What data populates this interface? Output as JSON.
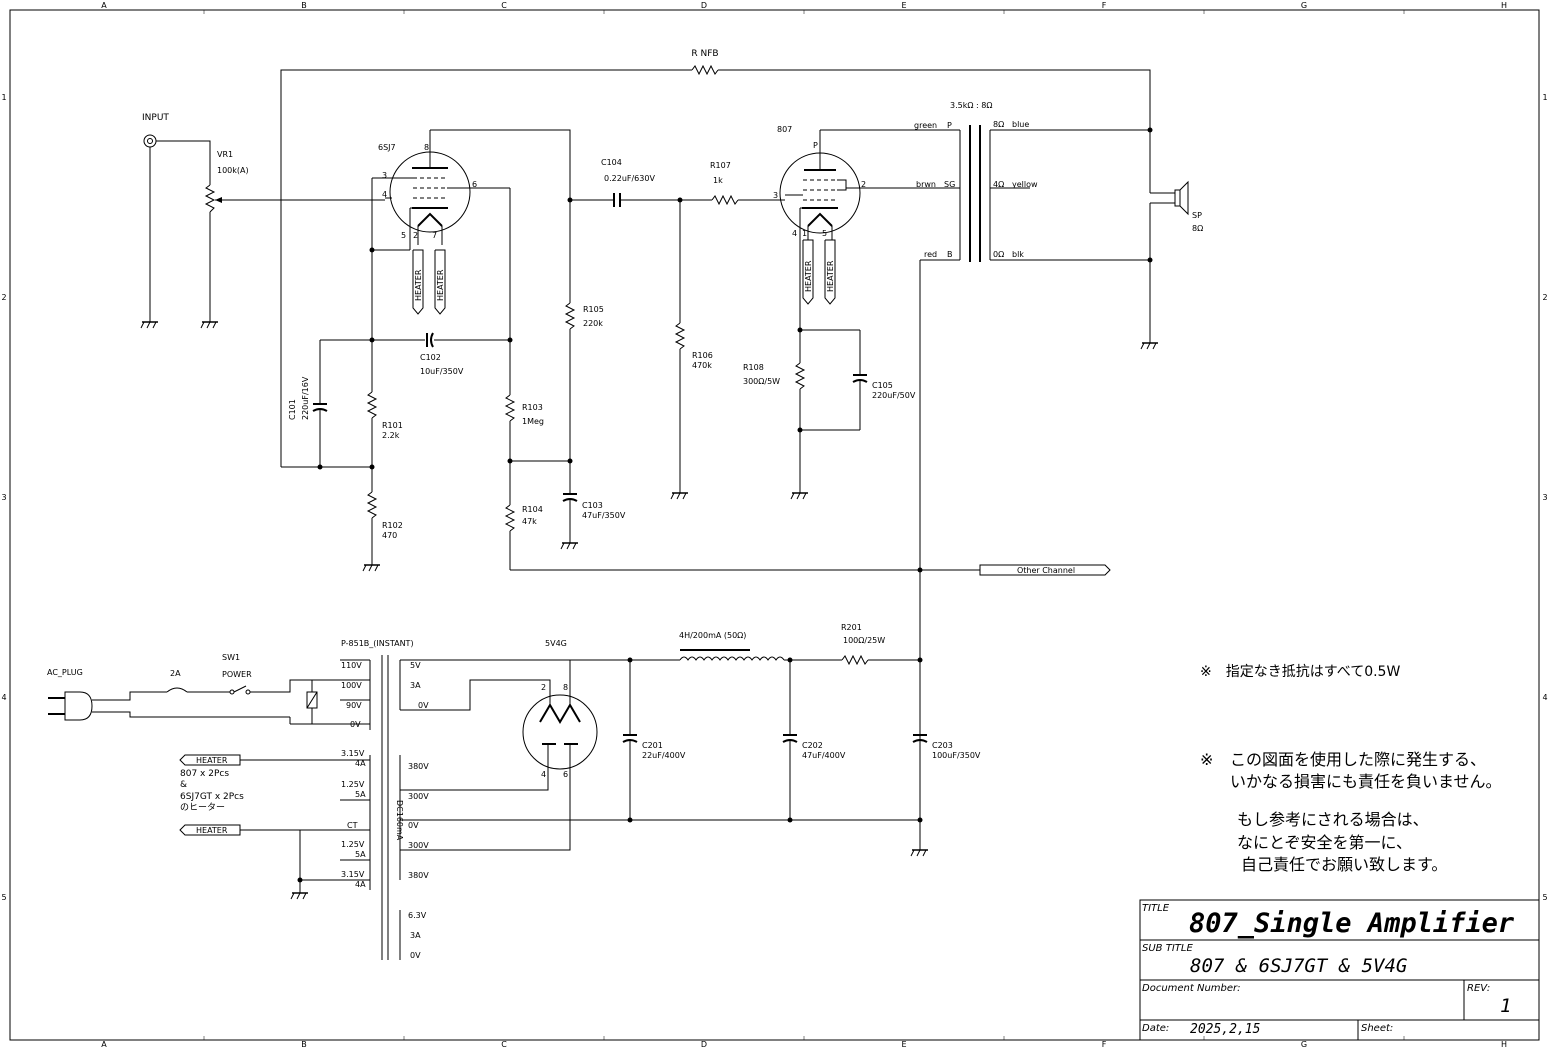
{
  "border": {
    "columns": [
      "A",
      "B",
      "C",
      "D",
      "E",
      "F",
      "G",
      "H"
    ],
    "rows": [
      "1",
      "2",
      "3",
      "4",
      "5"
    ]
  },
  "input": {
    "label": "INPUT",
    "vr1_ref": "VR1",
    "vr1_value": "100k(A)"
  },
  "nfb": {
    "ref": "R NFB"
  },
  "tubes": {
    "v1": {
      "name": "6SJ7",
      "pins": [
        "8",
        "3",
        "4",
        "6",
        "5",
        "2",
        "7"
      ]
    },
    "v2": {
      "name": "807",
      "pins": [
        "P",
        "2",
        "3",
        "4",
        "1",
        "5"
      ]
    },
    "rect": {
      "name": "5V4G",
      "pins": [
        "2",
        "8",
        "4",
        "6"
      ]
    },
    "heater_label": "HEATER"
  },
  "components": {
    "c104": {
      "ref": "C104",
      "value": "0.22uF/630V"
    },
    "r107": {
      "ref": "R107",
      "value": "1k"
    },
    "r105": {
      "ref": "R105",
      "value": "220k"
    },
    "r106": {
      "ref": "R106",
      "value": "470k"
    },
    "c102": {
      "ref": "C102",
      "value": "10uF/350V"
    },
    "c101": {
      "ref": "C101",
      "value": "220uF/16V"
    },
    "r101": {
      "ref": "R101",
      "value": "2.2k"
    },
    "r102": {
      "ref": "R102",
      "value": "470"
    },
    "r103": {
      "ref": "R103",
      "value": "1Meg"
    },
    "r104": {
      "ref": "R104",
      "value": "47k"
    },
    "c103": {
      "ref": "C103",
      "value": "47uF/350V"
    },
    "r108": {
      "ref": "R108",
      "value": "300Ω/5W"
    },
    "c105": {
      "ref": "C105",
      "value": "220uF/50V"
    },
    "r201": {
      "ref": "R201",
      "value": "100Ω/25W"
    },
    "choke": {
      "value": "4H/200mA (50Ω)"
    },
    "c201": {
      "ref": "C201",
      "value": "22uF/400V"
    },
    "c202": {
      "ref": "C202",
      "value": "47uF/400V"
    },
    "c203": {
      "ref": "C203",
      "value": "100uF/350V"
    }
  },
  "output_transformer": {
    "ratio": "3.5kΩ : 8Ω",
    "primary": [
      {
        "wire": "green",
        "tap": "P"
      },
      {
        "wire": "brwn",
        "tap": "SG"
      },
      {
        "wire": "red",
        "tap": "B"
      }
    ],
    "secondary": [
      {
        "tap": "8Ω",
        "wire": "blue"
      },
      {
        "tap": "4Ω",
        "wire": "yellow"
      },
      {
        "tap": "0Ω",
        "wire": "blk"
      }
    ]
  },
  "speaker": {
    "ref": "SP",
    "value": "8Ω"
  },
  "other_channel": "Other Channel",
  "power": {
    "ac_plug": "AC_PLUG",
    "fuse": "2A",
    "sw_ref": "SW1",
    "sw_label": "POWER",
    "transformer": "P-851B_(INSTANT)",
    "primary_taps": [
      "110V",
      "100V",
      "90V",
      "0V"
    ],
    "rect_heater_taps": [
      "5V",
      "3A",
      "0V"
    ],
    "heater_taps": [
      "3.15V",
      "4A",
      "1.25V",
      "5A",
      "CT",
      "1.25V",
      "5A",
      "3.15V",
      "4A"
    ],
    "ht_taps": [
      "380V",
      "300V",
      "0V",
      "300V",
      "380V"
    ],
    "dc_rating": "DC160mA",
    "aux_taps": [
      "6.3V",
      "3A",
      "0V"
    ],
    "heater_out_1": "HEATER",
    "heater_out_2": "HEATER",
    "heater_note": [
      "807 x 2Pcs",
      "&",
      "6SJ7GT x 2Pcs",
      "のヒーター"
    ]
  },
  "notes": {
    "resistor_note": "※　指定なき抵抗はすべて0.5W",
    "disclaimer_mark": "※",
    "disclaimer_lines": [
      "この図面を使用した際に発生する、",
      "いかなる損害にも責任を負いません。"
    ],
    "safety_lines": [
      "もし参考にされる場合は、",
      "なにとぞ安全を第一に、",
      "自己責任でお願い致します。"
    ]
  },
  "title_block": {
    "title_label": "TITLE",
    "title": "807_Single Amplifier",
    "subtitle_label": "SUB TITLE",
    "subtitle": "807 & 6SJ7GT & 5V4G",
    "docnum_label": "Document Number:",
    "rev_label": "REV:",
    "rev": "1",
    "date_label": "Date:",
    "date": "2025,2,15",
    "sheet_label": "Sheet:"
  }
}
